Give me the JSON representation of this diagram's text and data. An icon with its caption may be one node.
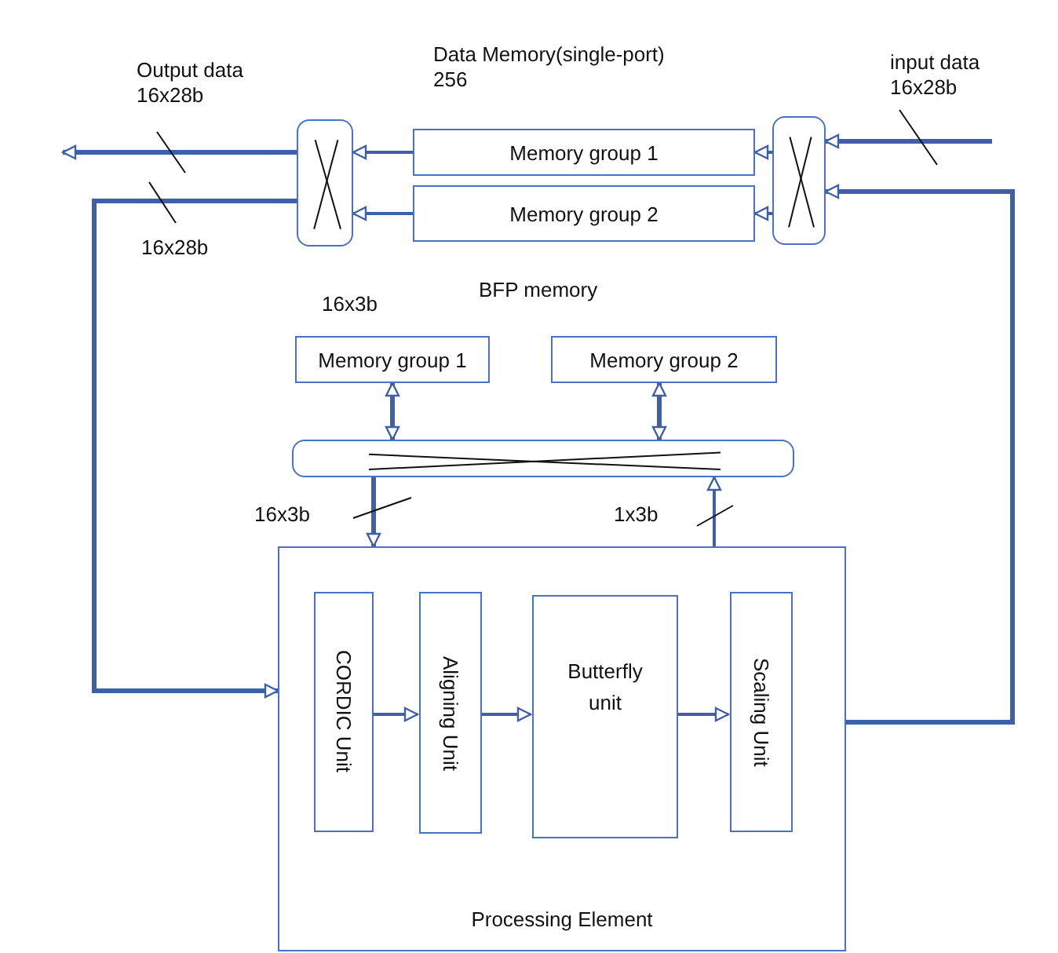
{
  "diagram": {
    "nodes": [
      {
        "text": [
          "Memory group 1"
        ]
      },
      {
        "text": [
          "Memory group 2"
        ]
      },
      {
        "text": [],
        "shape": "box"
      },
      {
        "text": [],
        "shape": "box"
      },
      {
        "text": [
          "Memory group 1"
        ]
      },
      {
        "text": [
          "Memory group 2"
        ]
      },
      {
        "text": [],
        "shape": "box"
      },
      {
        "text": [
          "Processing Element"
        ]
      },
      {
        "text": [
          "CORDIC Unit"
        ],
        "in": 7
      },
      {
        "text": [
          "Aligning Unit"
        ],
        "in": 7
      },
      {
        "text": [
          "Butterfly unit"
        ],
        "in": 7
      },
      {
        "text": [
          "Scaling Unit"
        ],
        "in": 7
      }
    ],
    "edges": [
      {
        "from": null,
        "to": 3,
        "arrow": "to",
        "label": "input data 16x28b"
      },
      {
        "from": 3,
        "to": 0,
        "arrow": "to"
      },
      {
        "from": 3,
        "to": 1,
        "arrow": "to"
      },
      {
        "from": 0,
        "to": 2,
        "arrow": "to"
      },
      {
        "from": 1,
        "to": 2,
        "arrow": "to"
      },
      {
        "from": 2,
        "to": null,
        "arrow": "to",
        "label": "Output data 16x28b"
      },
      {
        "from": 2,
        "to": 7,
        "arrow": "to",
        "label": "16x28b"
      },
      {
        "from": 7,
        "to": 3,
        "arrow": "to"
      },
      {
        "from": 4,
        "to": 6,
        "arrow": "both"
      },
      {
        "from": 5,
        "to": 6,
        "arrow": "both"
      },
      {
        "from": 6,
        "to": 7,
        "arrow": "to",
        "label": "16x3b"
      },
      {
        "from": 7,
        "to": 6,
        "arrow": "to",
        "label": "1x3b"
      },
      {
        "from": 8,
        "to": 9,
        "arrow": "to"
      },
      {
        "from": 9,
        "to": 10,
        "arrow": "to"
      },
      {
        "from": 10,
        "to": 11,
        "arrow": "to"
      }
    ],
    "labels": [
      "Data Memory(single-port)",
      "256",
      "BFP memory",
      "16x3b"
    ]
  }
}
